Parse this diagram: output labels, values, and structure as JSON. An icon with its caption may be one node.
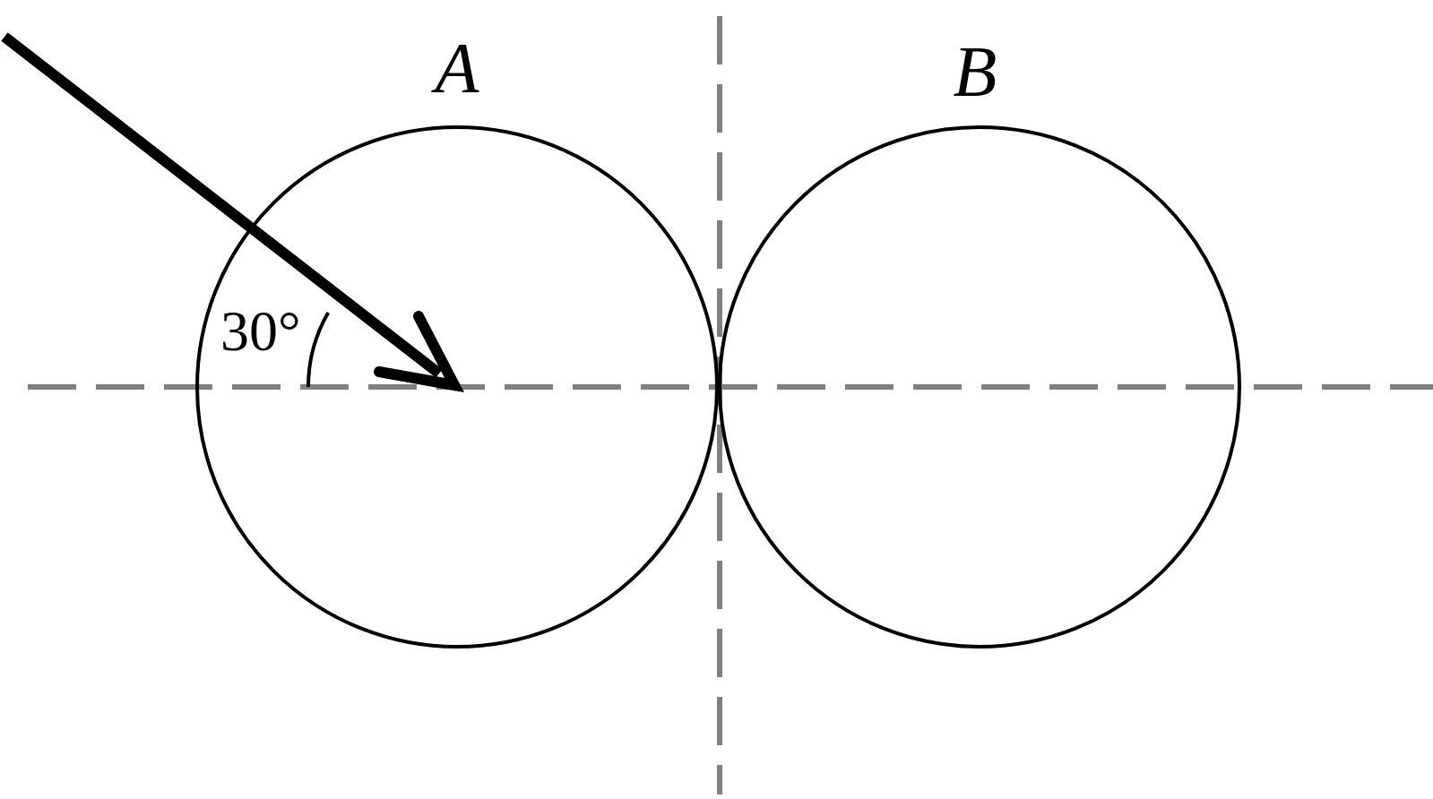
{
  "diagram": {
    "nodes": [
      {
        "text": [
          "A"
        ]
      },
      {
        "text": [
          "B"
        ]
      }
    ],
    "edges": [],
    "labels": [
      "30°"
    ]
  }
}
